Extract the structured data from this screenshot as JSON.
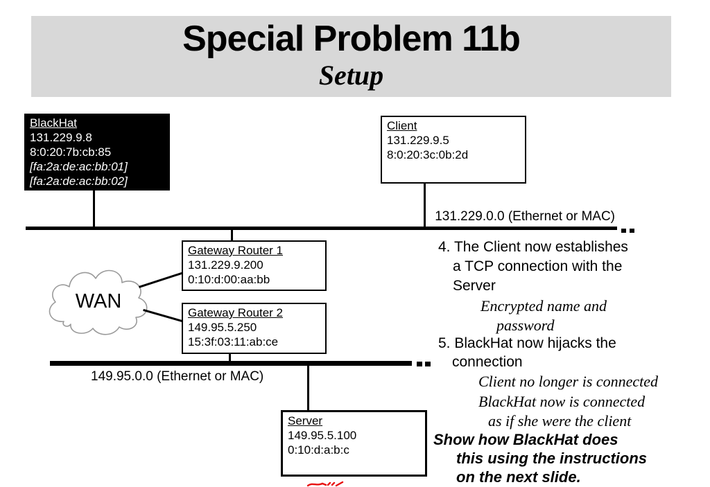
{
  "slide": {
    "title": "Special Problem 11b",
    "subtitle": "Setup"
  },
  "colors": {
    "banner_bg": "#d8d8d8",
    "node_dark_bg": "#000000",
    "line": "#000000",
    "cloud_outline": "#9a9a9a",
    "red_mark": "#e81010"
  },
  "nodes": {
    "blackhat": {
      "name": "BlackHat",
      "ip": "131.229.9.8",
      "mac": "8:0:20:7b:cb:85",
      "alias1": "[fa:2a:de:ac:bb:01]",
      "alias2": "[fa:2a:de:ac:bb:02]"
    },
    "client": {
      "name": "Client",
      "ip": "131.229.9.5",
      "mac": "8:0:20:3c:0b:2d"
    },
    "gateway1": {
      "name": "Gateway Router 1",
      "ip": "131.229.9.200",
      "mac": "0:10:d:00:aa:bb"
    },
    "gateway2": {
      "name": "Gateway Router 2",
      "ip": "149.95.5.250",
      "mac": "15:3f:03:11:ab:ce"
    },
    "server": {
      "name": "Server",
      "ip": "149.95.5.100",
      "mac": "0:10:d:a:b:c"
    },
    "wan": {
      "label": "WAN"
    }
  },
  "networks": {
    "net1": {
      "label": "131.229.0.0 (Ethernet or MAC)"
    },
    "net2": {
      "label": "149.95.0.0 (Ethernet or MAC)"
    }
  },
  "notes": {
    "item4": [
      "4. The Client now establishes",
      "a TCP connection with the",
      "Server"
    ],
    "item4_detail": [
      "Encrypted name and",
      "password"
    ],
    "item5": [
      "5. BlackHat now hijacks the",
      "connection"
    ],
    "item5_detail": [
      "Client no longer is connected",
      "BlackHat now is connected",
      "as if she were the client"
    ],
    "conclusion": [
      "Show how BlackHat does",
      "this using the instructions",
      "on the next slide."
    ]
  }
}
